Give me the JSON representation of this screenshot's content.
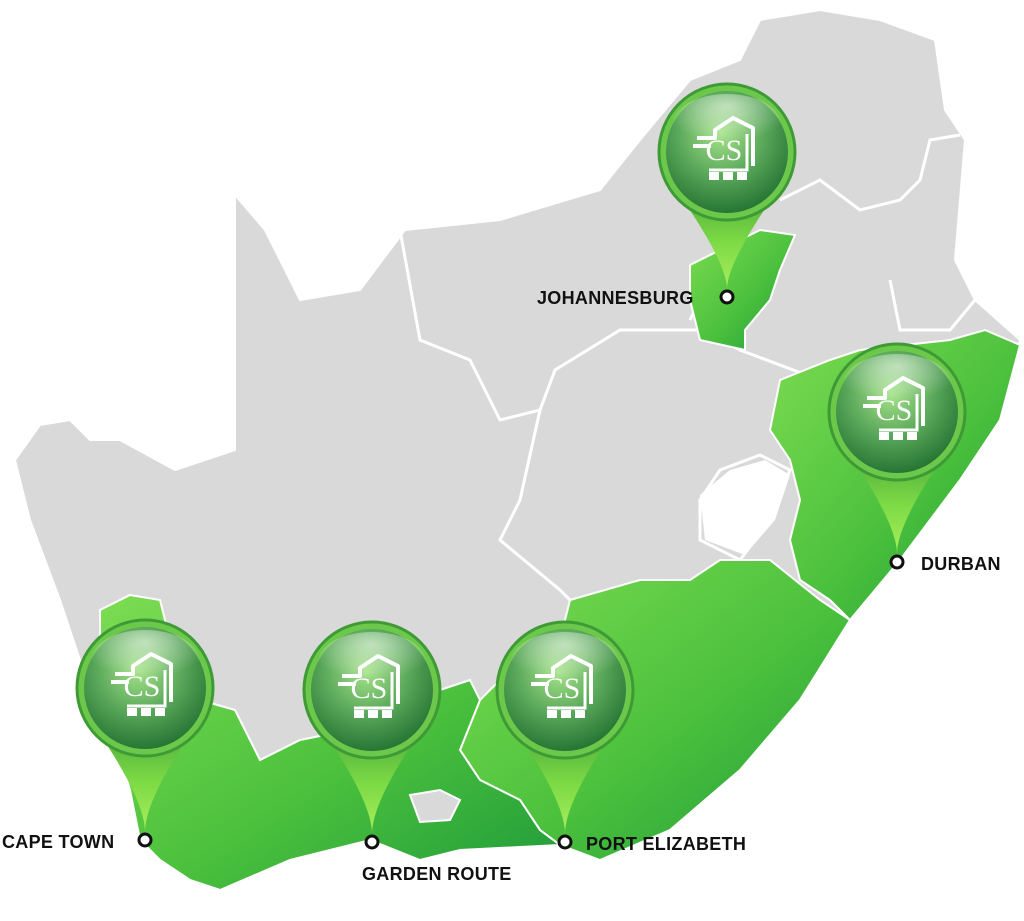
{
  "map": {
    "colors": {
      "land": "#d9d9d9",
      "border": "#ffffff",
      "region_light": "#6fd34a",
      "region_dark": "#1e9a3a",
      "pin_light": "#8ee05a",
      "pin_dark": "#1f7d33",
      "label": "#111111"
    },
    "pins": [
      {
        "id": "johannesburg",
        "label": "JOHANNESBURG",
        "icon": "cs-logo-icon"
      },
      {
        "id": "durban",
        "label": "DURBAN",
        "icon": "cs-logo-icon"
      },
      {
        "id": "cape-town",
        "label": "CAPE TOWN",
        "icon": "cs-logo-icon"
      },
      {
        "id": "garden-route",
        "label": "GARDEN ROUTE",
        "icon": "cs-logo-icon"
      },
      {
        "id": "port-elizabeth",
        "label": "PORT ELIZABETH",
        "icon": "cs-logo-icon"
      }
    ]
  }
}
